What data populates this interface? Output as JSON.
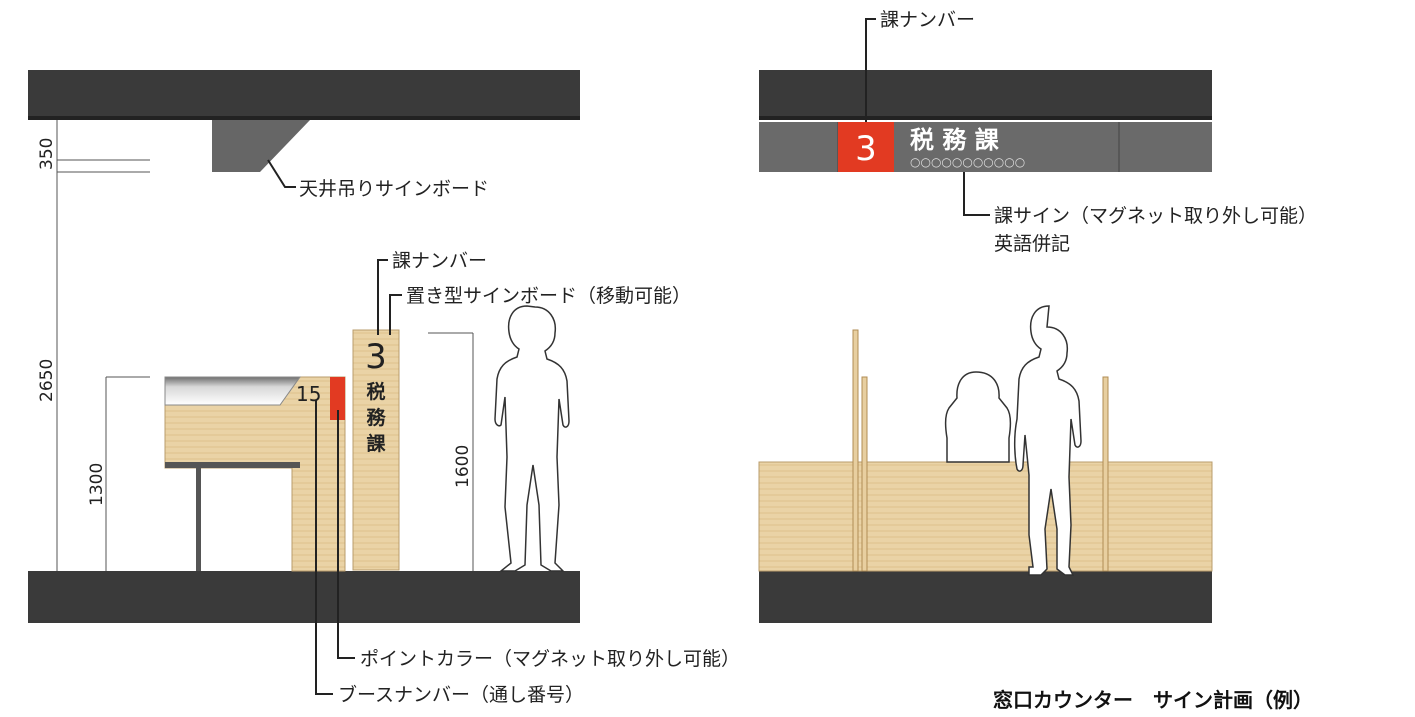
{
  "left_elevation": {
    "dimensions": {
      "ceiling_gap": "350",
      "room_height": "2650",
      "counter_height": "1300",
      "stand_sign_height": "1600"
    },
    "counter_booth_number": "15",
    "stand_sign": {
      "number": "3",
      "chars": [
        "税",
        "務",
        "課"
      ]
    },
    "labels": {
      "ceiling_sign": "天井吊りサインボード",
      "section_number": "課ナンバー",
      "stand_signboard": "置き型サインボード（移動可能）",
      "point_color": "ポイントカラー（マグネット取り外し可能）",
      "booth_number": "ブースナンバー（通し番号）"
    }
  },
  "right_elevation": {
    "section_number_label": "課ナンバー",
    "sign_number": "3",
    "sign_text": "税 務 課",
    "sign_subtext": "○○○○○○○○○○○",
    "sign_label_line1": "課サイン（マグネット取り外し可能）",
    "sign_label_line2": "英語併記"
  },
  "caption": "窓口カウンター　サイン計画（例）",
  "colors": {
    "slab": "#3a3a3a",
    "point_red": "#e23a22",
    "wood": "#e8cfa0"
  }
}
